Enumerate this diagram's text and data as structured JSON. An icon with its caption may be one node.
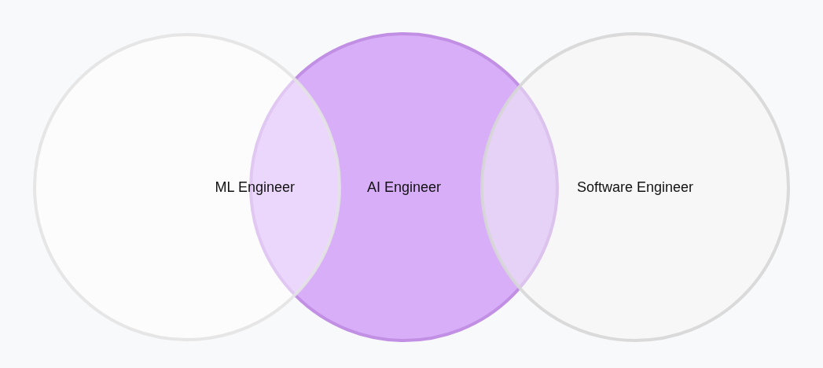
{
  "diagram": {
    "nodes": [
      {
        "text": [
          "ML Engineer"
        ]
      },
      {
        "text": [
          "AI Engineer"
        ]
      },
      {
        "text": [
          "Software Engineer"
        ]
      }
    ]
  }
}
